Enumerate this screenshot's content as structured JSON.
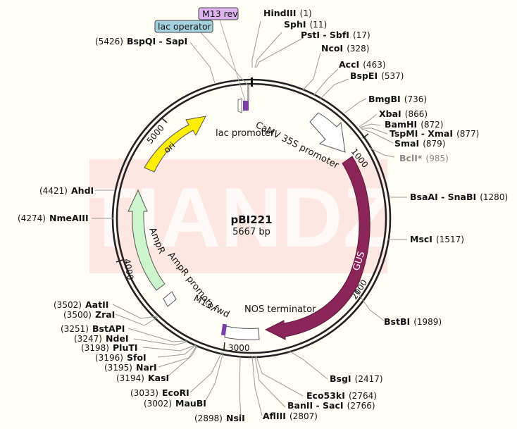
{
  "plasmid": {
    "name": "pBI221",
    "length_label": "5667 bp",
    "total_bp": 5667
  },
  "watermark": "TIANDZ",
  "ticks": [
    {
      "bp": 1000,
      "label": "1000"
    },
    {
      "bp": 2000,
      "label": "2000"
    },
    {
      "bp": 3000,
      "label": "3000"
    },
    {
      "bp": 4000,
      "label": "4000"
    },
    {
      "bp": 5000,
      "label": "5000"
    }
  ],
  "sites": [
    {
      "name": "HindIII",
      "pos": "(1)",
      "grey": false
    },
    {
      "name": "SphI",
      "pos": "(11)",
      "grey": false
    },
    {
      "name": "PstI - SbfI",
      "pos": "(17)",
      "grey": false
    },
    {
      "name": "NcoI",
      "pos": "(328)",
      "grey": false
    },
    {
      "name": "AccI",
      "pos": "(463)",
      "grey": false
    },
    {
      "name": "BspEI",
      "pos": "(537)",
      "grey": false
    },
    {
      "name": "BmgBI",
      "pos": "(736)",
      "grey": false
    },
    {
      "name": "XbaI",
      "pos": "(866)",
      "grey": false
    },
    {
      "name": "BamHI",
      "pos": "(872)",
      "grey": false
    },
    {
      "name": "TspMI - XmaI",
      "pos": "(877)",
      "grey": false
    },
    {
      "name": "SmaI",
      "pos": "(879)",
      "grey": false
    },
    {
      "name": "BclI*",
      "pos": "(985)",
      "grey": true
    },
    {
      "name": "BsaAI - SnaBI",
      "pos": "(1280)",
      "grey": false
    },
    {
      "name": "MscI",
      "pos": "(1517)",
      "grey": false
    },
    {
      "name": "BstBI",
      "pos": "(1989)",
      "grey": false
    },
    {
      "name": "BsgI",
      "pos": "(2417)",
      "grey": false
    },
    {
      "name": "Eco53kI",
      "pos": "(2764)",
      "grey": false
    },
    {
      "name": "BanII - SacI",
      "pos": "(2766)",
      "grey": false
    },
    {
      "name": "AflIII",
      "pos": "(2807)",
      "grey": false
    },
    {
      "name": "NsiI",
      "pos": "(2898)",
      "grey": false
    },
    {
      "name": "MauBI",
      "pos": "(3002)",
      "grey": false
    },
    {
      "name": "EcoRI",
      "pos": "(3033)",
      "grey": false
    },
    {
      "name": "KasI",
      "pos": "(3194)",
      "grey": false
    },
    {
      "name": "NarI",
      "pos": "(3195)",
      "grey": false
    },
    {
      "name": "SfoI",
      "pos": "(3196)",
      "grey": false
    },
    {
      "name": "PluTI",
      "pos": "(3198)",
      "grey": false
    },
    {
      "name": "NdeI",
      "pos": "(3247)",
      "grey": false
    },
    {
      "name": "BstAPI",
      "pos": "(3251)",
      "grey": false
    },
    {
      "name": "ZraI",
      "pos": "(3500)",
      "grey": false
    },
    {
      "name": "AatII",
      "pos": "(3502)",
      "grey": false
    },
    {
      "name": "NmeAIII",
      "pos": "(4274)",
      "grey": false
    },
    {
      "name": "AhdI",
      "pos": "(4421)",
      "grey": false
    },
    {
      "name": "BspQI - SapI",
      "pos": "(5426)",
      "grey": false
    }
  ],
  "features": {
    "cavm": "CaMV 35S promoter",
    "gus": "GUS",
    "nos": "NOS terminator",
    "m13fwd": "M13 fwd",
    "ampr_prom": "AmpR promoter",
    "ampr": "AmpR",
    "ori": "ori",
    "lac_prom": "lac promoter",
    "lac_op": "lac operator",
    "m13rev": "M13 rev"
  },
  "colors": {
    "gus": "#8b2559",
    "ori": "#ffee00",
    "ampr": "#ccf5cc",
    "lac_op_badge": "#a3d2de",
    "m13_badge": "#ddb3ef",
    "primer": "#7a3ea8",
    "backbone": "#222222",
    "watermark": "#fde3dc"
  }
}
